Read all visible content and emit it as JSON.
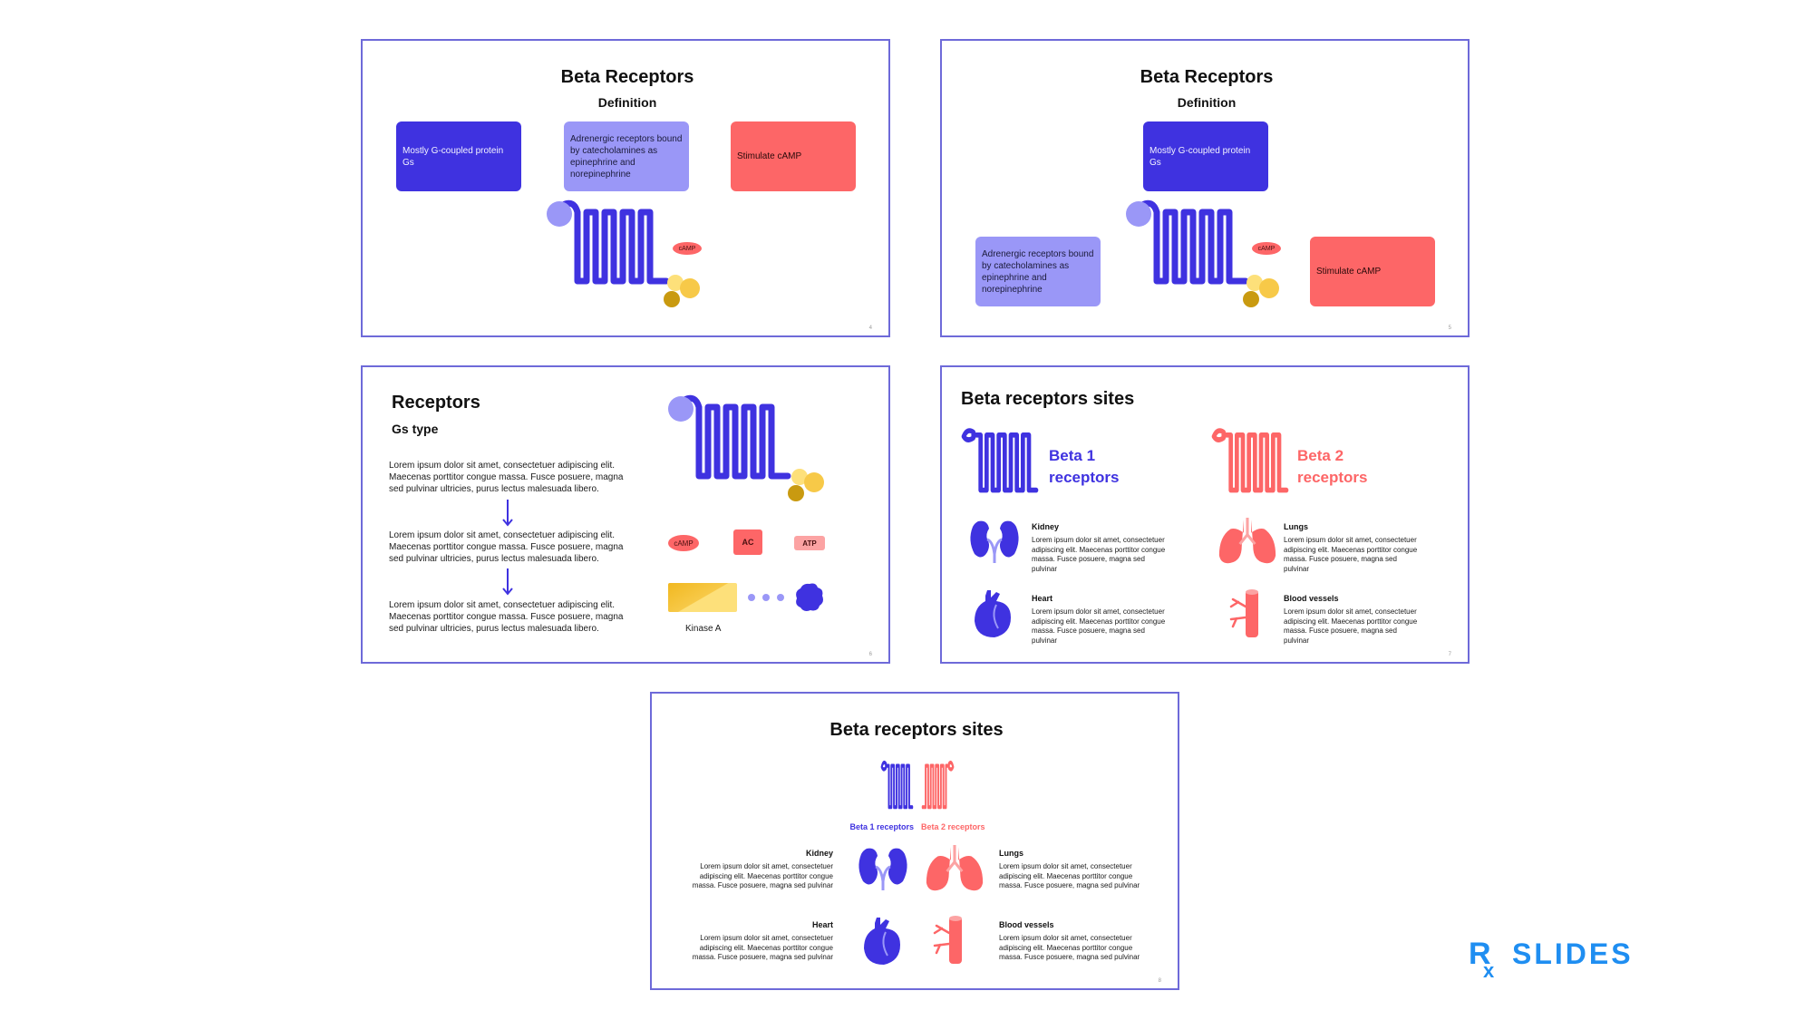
{
  "slides": [
    {
      "title": "Beta Receptors",
      "subtitle": "Definition",
      "box_gprotein": "Mostly G-coupled protein Gs",
      "box_adrenergic": "Adrenergic receptors bound by catecholamines as epinephrine and norepinephrine",
      "box_stimulate": "Stimulate cAMP",
      "camp_label": "cAMP",
      "page": "4"
    },
    {
      "title": "Beta Receptors",
      "subtitle": "Definition",
      "box_gprotein": "Mostly G-coupled protein Gs",
      "box_adrenergic": "Adrenergic receptors bound by catecholamines as epinephrine and norepinephrine",
      "box_stimulate": "Stimulate cAMP",
      "camp_label": "cAMP",
      "page": "5"
    },
    {
      "title": "Receptors",
      "subtitle": "Gs type",
      "paragraphs": [
        "Lorem ipsum dolor sit amet, consectetuer adipiscing elit. Maecenas porttitor congue massa. Fusce posuere, magna sed pulvinar ultricies, purus lectus malesuada libero.",
        "Lorem ipsum dolor sit amet, consectetuer adipiscing elit. Maecenas porttitor congue massa. Fusce posuere, magna sed pulvinar ultricies, purus lectus malesuada libero.",
        "Lorem ipsum dolor sit amet, consectetuer adipiscing elit. Maecenas porttitor congue massa. Fusce posuere, magna sed pulvinar ultricies, purus lectus malesuada libero."
      ],
      "camp_label": "cAMP",
      "ac_label": "AC",
      "atp_label": "ATP",
      "kinase_label": "Kinase A",
      "page": "6"
    },
    {
      "title": "Beta receptors sites",
      "beta1_label": "Beta 1 receptors",
      "beta2_label": "Beta 2 receptors",
      "organs": [
        {
          "name": "Kidney",
          "text": "Lorem ipsum dolor sit amet, consectetuer adipiscing elit. Maecenas porttitor congue massa. Fusce posuere, magna sed pulvinar"
        },
        {
          "name": "Heart",
          "text": "Lorem ipsum dolor sit amet, consectetuer adipiscing elit. Maecenas porttitor congue massa. Fusce posuere, magna sed pulvinar"
        },
        {
          "name": "Lungs",
          "text": "Lorem ipsum dolor sit amet, consectetuer adipiscing elit. Maecenas porttitor congue massa. Fusce posuere, magna sed pulvinar"
        },
        {
          "name": "Blood vessels",
          "text": "Lorem ipsum dolor sit amet, consectetuer adipiscing elit. Maecenas porttitor congue massa. Fusce posuere, magna sed pulvinar"
        }
      ],
      "page": "7"
    },
    {
      "title": "Beta receptors sites",
      "beta1_label": "Beta 1 receptors",
      "beta2_label": "Beta 2 receptors",
      "organs": [
        {
          "name": "Kidney",
          "text": "Lorem ipsum dolor sit amet, consectetuer adipiscing elit. Maecenas porttitor congue massa. Fusce posuere, magna sed pulvinar"
        },
        {
          "name": "Heart",
          "text": "Lorem ipsum dolor sit amet, consectetuer adipiscing elit. Maecenas porttitor congue massa. Fusce posuere, magna sed pulvinar"
        },
        {
          "name": "Lungs",
          "text": "Lorem ipsum dolor sit amet, consectetuer adipiscing elit. Maecenas porttitor congue massa. Fusce posuere, magna sed pulvinar"
        },
        {
          "name": "Blood vessels",
          "text": "Lorem ipsum dolor sit amet, consectetuer adipiscing elit. Maecenas porttitor congue massa. Fusce posuere, magna sed pulvinar"
        }
      ],
      "page": "8"
    }
  ],
  "brand": {
    "logo_text": "RxSLIDES",
    "accent": "#1f8ef1"
  },
  "colors": {
    "blue": "#3f32e0",
    "lavender": "#9a97f7",
    "red": "#fd6667",
    "yellow": "#f7c948",
    "frame": "#6e6ad9"
  }
}
